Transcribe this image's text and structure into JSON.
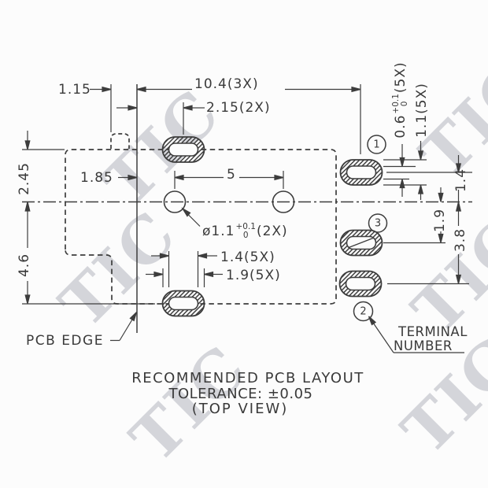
{
  "watermark": {
    "text": "TIC"
  },
  "dims": {
    "edge_offset": "1.15",
    "pad_row_offset": "10.4(3X)",
    "left_pad_offset": "2.15(2X)",
    "body_top": "2.45",
    "hole_edge_offset": "1.85",
    "hole_pitch": "5",
    "hole_dia_prefix": "ø1.1",
    "hole_dia_tol_plus": "+0.1",
    "hole_dia_tol_minus": "0",
    "hole_dia_suffix": "(2X)",
    "body_bottom": "4.6",
    "slot_width": "1.4(5X)",
    "pad_width": "1.9(5X)",
    "slot_height_value": "0.6",
    "slot_height_tol_plus": "+0.1",
    "slot_height_tol_minus": "0",
    "slot_height_suffix": "(5X)",
    "pad_height": "1.1(5X)",
    "pad1_to_center": "1.4",
    "center_to_pad3": "1.9",
    "center_to_pad2": "3.8"
  },
  "terminals": {
    "t1": "1",
    "t2": "2",
    "t3": "3"
  },
  "labels": {
    "pcb_edge": "PCB EDGE",
    "terminal_word1": "TERMINAL",
    "terminal_word2": "NUMBER"
  },
  "title": {
    "line1": "RECOMMENDED PCB LAYOUT",
    "line2": "TOLERANCE: ±0.05",
    "line3": "(TOP VIEW)"
  }
}
